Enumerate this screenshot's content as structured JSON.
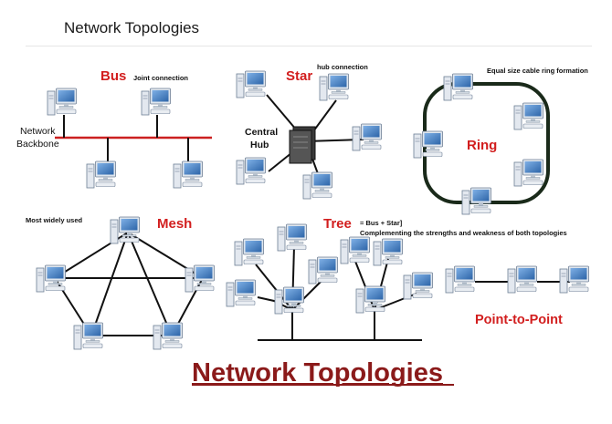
{
  "header": {
    "title": "Network Topologies"
  },
  "topologies": {
    "bus": {
      "title": "Bus",
      "note": "Joint connection",
      "backbone_label_1": "Network",
      "backbone_label_2": "Backbone"
    },
    "star": {
      "title": "Star",
      "note": "hub connection",
      "hub_label_1": "Central",
      "hub_label_2": "Hub"
    },
    "ring": {
      "title": "Ring",
      "note": "Equal size cable ring formation"
    },
    "mesh": {
      "title": "Mesh",
      "note": "Most widely used"
    },
    "tree": {
      "title": "Tree",
      "note_1": "= Bus + Star]",
      "note_2": "Complementing the strengths and  weakness of both topologies"
    },
    "p2p": {
      "title": "Point-to-Point"
    }
  },
  "footer": {
    "title": "Network Topologies"
  },
  "colors": {
    "accent_red": "#d21e1e",
    "footer_red": "#8b1a1a",
    "cable_black": "#111111",
    "ring_cable": "#1a2a1a",
    "monitor_blue": "#3f7bc0",
    "monitor_frame": "#dfe6ee"
  },
  "icons": {
    "computer": "desktop-computer-icon",
    "hub": "network-hub-icon"
  }
}
